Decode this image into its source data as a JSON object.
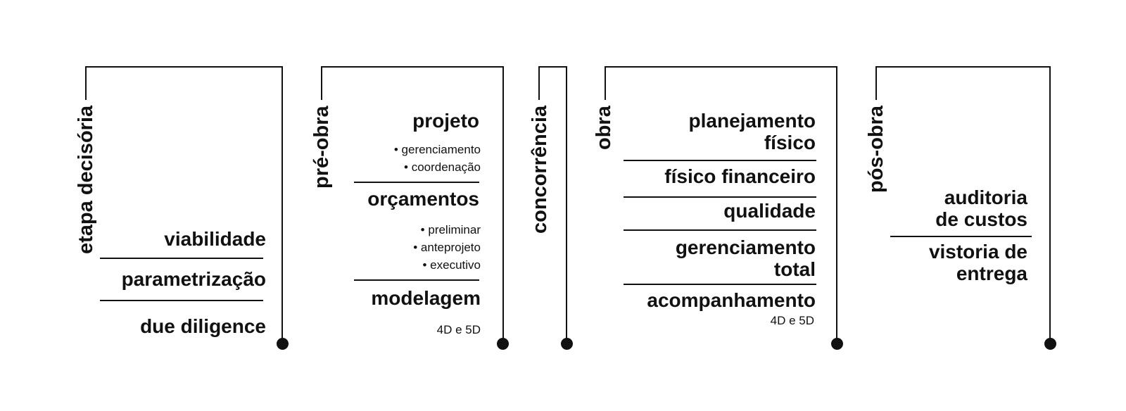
{
  "stages": [
    {
      "title": "etapa decisória",
      "items": [
        "viabilidade",
        "parametrização",
        "due diligence"
      ]
    },
    {
      "title": "pré-obra",
      "items": [
        {
          "label": "projeto",
          "bullets": [
            "gerenciamento",
            "coordenação"
          ]
        },
        {
          "label": "orçamentos",
          "bullets": [
            "preliminar",
            "anteprojeto",
            "executivo"
          ]
        },
        {
          "label": "modelagem",
          "note": "4D e 5D"
        }
      ]
    },
    {
      "title": "concorrência",
      "items": []
    },
    {
      "title": "obra",
      "items": [
        {
          "label": [
            "planejamento",
            "físico"
          ]
        },
        {
          "label": [
            "físico financeiro"
          ]
        },
        {
          "label": [
            "qualidade"
          ]
        },
        {
          "label": [
            "gerenciamento",
            "total"
          ]
        },
        {
          "label": [
            "acompanhamento"
          ],
          "note": "4D e 5D"
        }
      ]
    },
    {
      "title": "pós-obra",
      "items": [
        {
          "label": [
            "auditoria",
            "de custos"
          ]
        },
        {
          "label": [
            "vistoria de",
            "entrega"
          ]
        }
      ]
    }
  ],
  "bullet_char": "•"
}
